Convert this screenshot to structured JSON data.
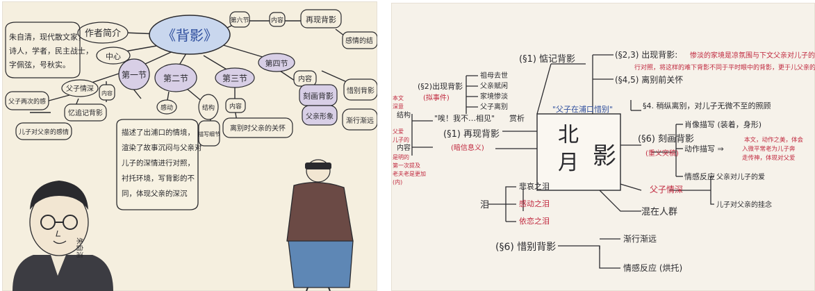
{
  "left": {
    "center": "《背影》",
    "author_label": "作者简介",
    "author_text": [
      "朱自清，现代散文家，",
      "诗人，学者，民主战士，",
      "字佩弦，号秋实。"
    ],
    "center_node": "中心",
    "para1": "第一节",
    "para2": "第二节",
    "para3": "第三节",
    "para4": "第四节",
    "para3_a": "结构",
    "para3_b": "感动",
    "para3_c": "内容",
    "para3_d": "描写细节",
    "para3_e": "离别时父亲的关怀",
    "branch_left_1": "父子情深",
    "branch_left_2": "父子两次的感",
    "branch_left_3": "内容",
    "branch_left_4": "忆追记背影",
    "branch_left_5": "儿子对父亲的感情",
    "sec_c4": "第六节",
    "sec_c5": "内容",
    "sec_c6": "再现背影",
    "sec_c7": "感情的结",
    "right_1": "内容",
    "right_2": "刻画背影",
    "right_3": "父亲形象",
    "right_4": "惜别背影",
    "right_5": "渐行渐远",
    "story": [
      "描述了出浦口的情境，",
      "渲染了故事沉闷与父亲对",
      "儿子的深情进行对照，",
      "衬托环境，写背影的不",
      "同，体现父亲的深沉"
    ],
    "signature": "朱自清"
  },
  "right": {
    "center_top": "北",
    "center_bottom": "月",
    "center_right": "影",
    "n1_label": "(§1) 惦记背影",
    "n2_label": "(§2,3) 出现背影:",
    "n2_text": "惨淡的家境是凉氛围与下文父亲对儿子的爱",
    "n2_text2": "行对照，将这样的难下背影不同于平时眼中的背影，更于儿父亲的平",
    "n3_label": "(§4,5) 离别前关怀",
    "n4_label": "(§2)出现背影",
    "n4_sub": "(拟事件)",
    "n4_items": [
      "祖母去世",
      "父亲赋闲",
      "家境惨淡",
      "父子离别"
    ],
    "quote_center": "\"父子在浦口惜别\"",
    "n5_label": "§4. 稍纵离别，对儿子无微不至的照顾",
    "n6_label": "\"唉！我不…相见\"",
    "n6_sub": "赏析",
    "n7_label": "(§1) 再现背影",
    "n7_sub": "(暗信息义)",
    "n8_label": "(§6) 刻画背影",
    "n8_sub": "(重义突稿)",
    "n8_items": [
      "肖像描写 (装着，身形)",
      "动作描写 ⇒",
      "情感反应"
    ],
    "n8_red": [
      "本文，动作之美，体会",
      "入微平常老为儿子奔",
      "走传神，体现对父爱"
    ],
    "side_labels": [
      "结构",
      "内容"
    ],
    "side_red": [
      "本文",
      "深意",
      "父爱",
      "儿子的",
      "是明的",
      "第一次提及",
      "老夫老是更加",
      "(内)"
    ],
    "tears": "泪",
    "tears_items": [
      "悲哀之泪",
      "感动之泪",
      "依恋之泪"
    ],
    "love_label": "父子情深",
    "love_items": [
      "父亲对儿子的爱",
      "儿子对父亲的挂念"
    ],
    "n9_label": "混在人群",
    "n10_label": "(§6) 惜别背影",
    "n10_items": [
      "渐行渐远",
      "情感反应 (烘托)"
    ]
  }
}
